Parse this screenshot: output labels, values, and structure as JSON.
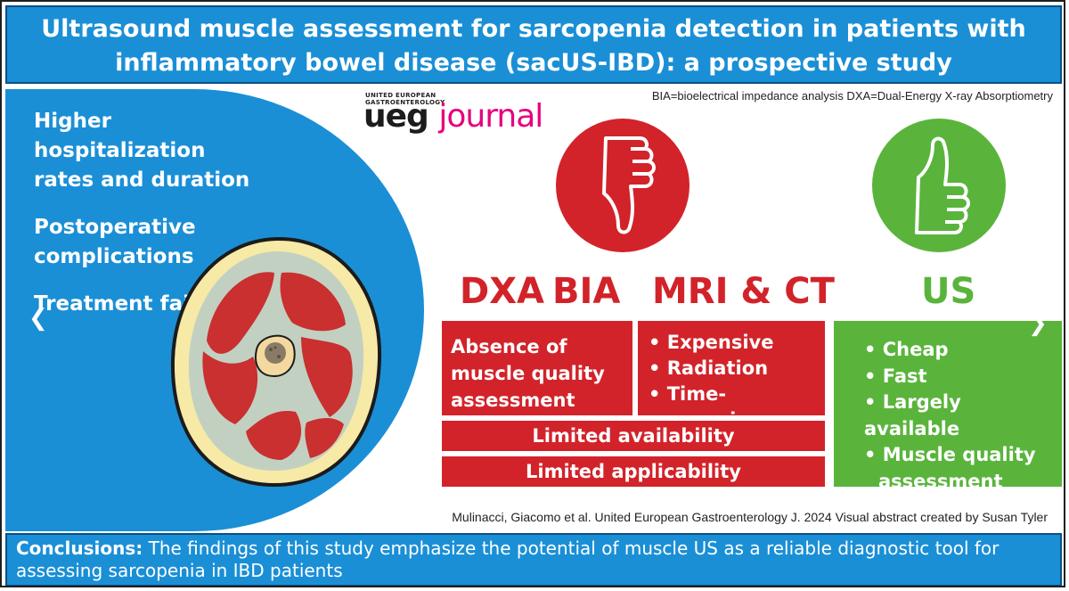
{
  "title": "Ultrasound muscle assessment for sarcopenia detection in patients with inflammatory bowel disease (sacUS-IBD): a prospective study",
  "abbreviations": "BIA=bioelectrical impedance analysis DXA=Dual-Energy X-ray Absorptiometry",
  "logo": {
    "line1": "UNITED EUROPEAN",
    "line2": "GASTROENTEROLOGY",
    "word1": "ueg",
    "word2": "journal"
  },
  "consequences": [
    "Higher hospitalization rates and duration",
    "Postoperative complications",
    "Treatment failure"
  ],
  "methods": {
    "dxa": "DXA",
    "bia": "BIA",
    "mri_ct": "MRI & CT",
    "us": "US"
  },
  "dxa_bia_box": "Absence of muscle quality assessment",
  "mri_ct_bullets": [
    "Expensive",
    "Radiation",
    "Time-consuming"
  ],
  "shared_limitations": [
    "Limited availability",
    "Limited applicability"
  ],
  "us_bullets": [
    "Cheap",
    "Fast",
    "Largely available",
    "Muscle quality assessment"
  ],
  "credit": "Mulinacci, Giacomo et al. United European Gastroenterology J. 2024 Visual abstract created by Susan Tyler",
  "conclusion": {
    "label": "Conclusions:",
    "text": "The findings of this study emphasize the potential of muscle US as a reliable diagnostic tool for assessing sarcopenia in IBD patients"
  },
  "colors": {
    "blue": "#1a8fd6",
    "red": "#d2232a",
    "green": "#5ab43c",
    "magenta": "#e6007e"
  },
  "icons": [
    "thumbs-down-icon",
    "thumbs-up-icon",
    "chevron-left-icon",
    "chevron-right-icon",
    "thigh-cross-section-illustration"
  ]
}
